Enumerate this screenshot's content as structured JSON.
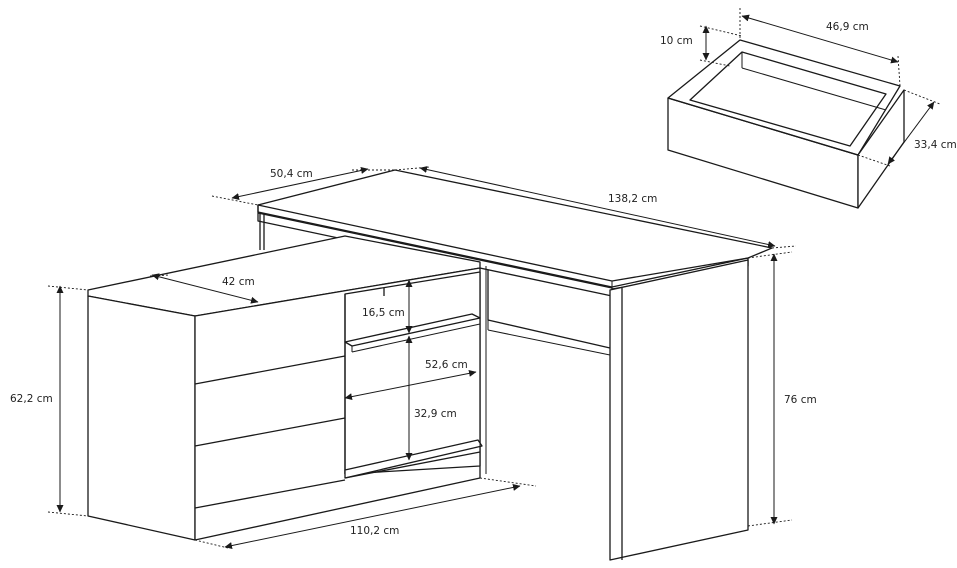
{
  "dimensions": {
    "top_depth": "50,4 cm",
    "top_length": "138,2 cm",
    "cabinet_depth": "42 cm",
    "shelf_gap": "16,5 cm",
    "shelf_width": "52,6 cm",
    "lower_gap": "32,9 cm",
    "cabinet_height": "62,2 cm",
    "desk_height": "76 cm",
    "cabinet_length": "110,2 cm",
    "drawer_height": "10 cm",
    "drawer_length": "46,9 cm",
    "drawer_depth": "33,4 cm"
  }
}
